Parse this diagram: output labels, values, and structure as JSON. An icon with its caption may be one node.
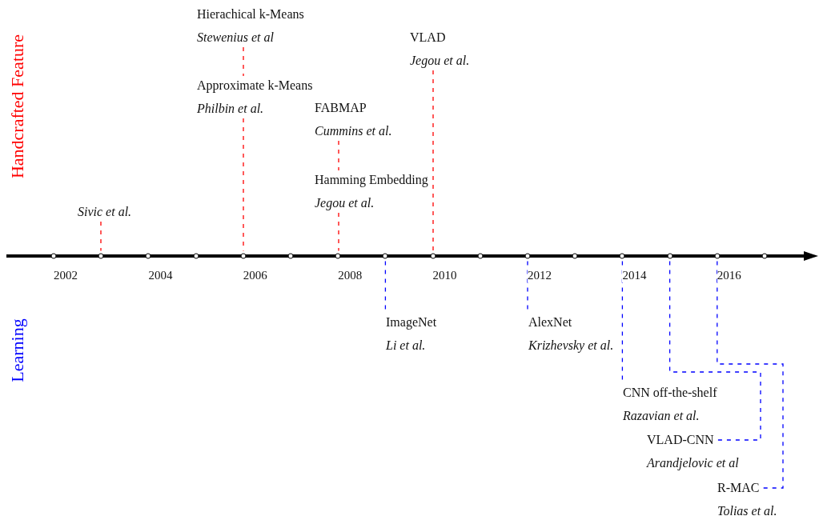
{
  "diagram": {
    "nodes": [
      {
        "text": [
          "Hierachical k-Means",
          "Stewenius et al"
        ]
      },
      {
        "text": [
          "VLAD",
          "Jegou et al."
        ]
      },
      {
        "text": [
          "Approximate k-Means",
          "Philbin et al."
        ]
      },
      {
        "text": [
          "FABMAP",
          "Cummins et al."
        ]
      },
      {
        "text": [
          "Sivic et al."
        ]
      },
      {
        "text": [
          "Hamming Embedding",
          "Jegou et al."
        ]
      },
      {
        "text": [
          "ImageNet",
          "Li et al."
        ]
      },
      {
        "text": [
          "AlexNet",
          "Krizhevsky et al."
        ]
      },
      {
        "text": [
          "CNN off-the-shelf",
          "Razavian et al."
        ]
      },
      {
        "text": [
          "VLAD-CNN",
          "Arandjelovic et al"
        ]
      },
      {
        "text": [
          "R-MAC",
          "Tolias et al."
        ]
      },
      {
        "text": [],
        "shape": "circle"
      },
      {
        "text": [],
        "shape": "circle"
      },
      {
        "text": [],
        "shape": "circle"
      },
      {
        "text": [],
        "shape": "circle"
      },
      {
        "text": [],
        "shape": "circle"
      },
      {
        "text": [],
        "shape": "circle"
      },
      {
        "text": [],
        "shape": "circle"
      },
      {
        "text": [],
        "shape": "circle"
      },
      {
        "text": [],
        "shape": "circle"
      },
      {
        "text": [],
        "shape": "circle"
      },
      {
        "text": [],
        "shape": "circle"
      },
      {
        "text": [],
        "shape": "circle"
      },
      {
        "text": [],
        "shape": "circle"
      },
      {
        "text": [],
        "shape": "circle"
      },
      {
        "text": [],
        "shape": "circle"
      },
      {
        "text": [],
        "shape": "circle"
      }
    ],
    "edges": [
      {
        "from": 0,
        "to": 2,
        "arrow": "none",
        "style": "dashed"
      },
      {
        "from": 2,
        "to": 15,
        "arrow": "none",
        "style": "dashed"
      },
      {
        "from": 1,
        "to": 19,
        "arrow": "none",
        "style": "dashed"
      },
      {
        "from": 3,
        "to": 5,
        "arrow": "none",
        "style": "dashed"
      },
      {
        "from": 5,
        "to": 17,
        "arrow": "none",
        "style": "dashed"
      },
      {
        "from": 4,
        "to": 12,
        "arrow": "none",
        "style": "dashed"
      },
      {
        "from": 18,
        "to": 6,
        "arrow": "none",
        "style": "dashed",
        "color": "#0000ff"
      },
      {
        "from": 21,
        "to": 7,
        "arrow": "none",
        "style": "dashed",
        "color": "#0000ff"
      },
      {
        "from": 23,
        "to": 8,
        "arrow": "none",
        "style": "dashed",
        "color": "#0000ff"
      },
      {
        "from": 24,
        "to": 9,
        "arrow": "none",
        "style": "dashed",
        "color": "#0000ff"
      },
      {
        "from": 25,
        "to": 10,
        "arrow": "none",
        "style": "dashed",
        "color": "#0000ff"
      }
    ],
    "labels": [
      "Handcrafted Feature",
      "2002",
      "2004",
      "2006",
      "2008",
      "2010",
      "2012",
      "2014",
      "2016",
      "Learning"
    ]
  }
}
